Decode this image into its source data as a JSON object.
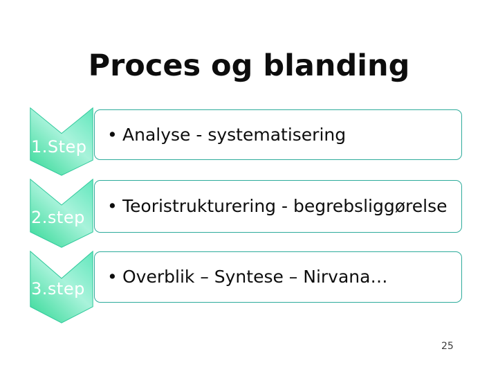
{
  "title": "Proces og blanding",
  "page_number": "25",
  "bullet_char": "•",
  "steps": [
    {
      "label": "1.Step",
      "text": "Analyse - systematisering"
    },
    {
      "label": "2.step",
      "text": "Teoristrukturering - begrebsliggørelse"
    },
    {
      "label": "3.step",
      "text": "Overblik – Syntese – Nirvana…"
    }
  ],
  "colors": {
    "arrow-top": "#6ae8c0",
    "arrow-light": "#a9f3db",
    "arrow-deep": "#36d998",
    "arrow-border": "#2fc89b",
    "box-border": "#2dab9b",
    "text": "#0d0d0d",
    "step-label": "#ffffff",
    "page-num": "#3c3c3c",
    "bg": "#ffffff"
  }
}
